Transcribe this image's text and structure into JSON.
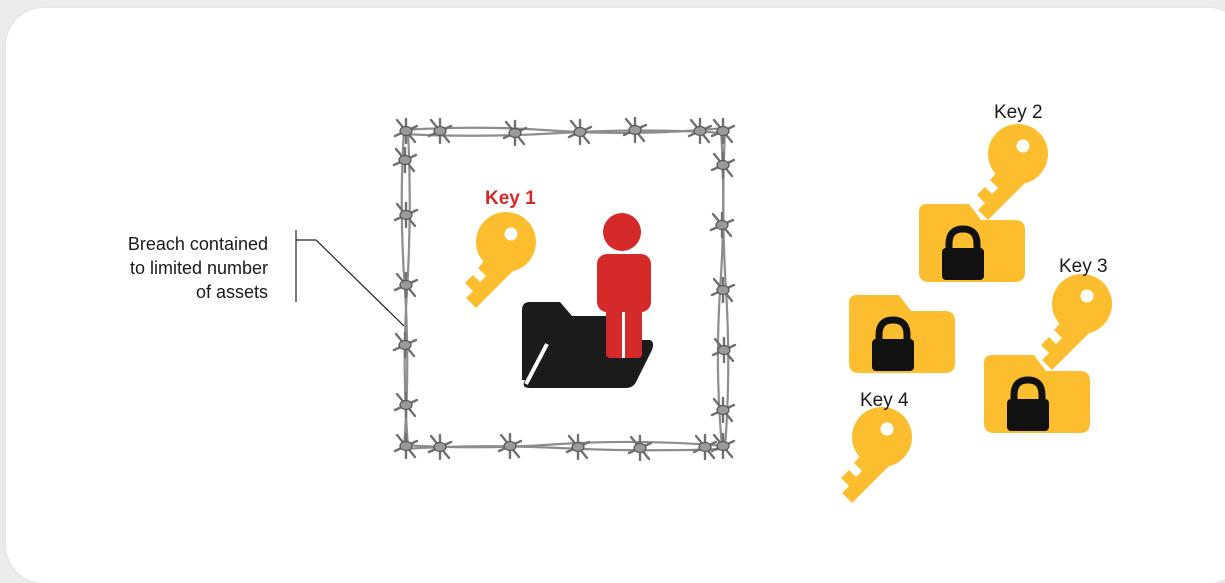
{
  "colors": {
    "accent_red": "#d42a2a",
    "key_yellow": "#fcbe2f",
    "folder_yellow": "#fcbe2f",
    "lock_black": "#111111",
    "wire_gray": "#8d8d8d",
    "folder_dark": "#1b1b1b"
  },
  "annotation": {
    "text": "Breach contained\nto limited number\nof assets"
  },
  "contained": {
    "key_label": "Key 1",
    "icons": [
      "barbed-wire-fence",
      "key-icon",
      "open-folder-icon",
      "person-icon"
    ]
  },
  "keys": [
    {
      "label": "Key 2"
    },
    {
      "label": "Key 3"
    },
    {
      "label": "Key 4"
    }
  ],
  "locked_folders_icon": "locked-folder-icon"
}
